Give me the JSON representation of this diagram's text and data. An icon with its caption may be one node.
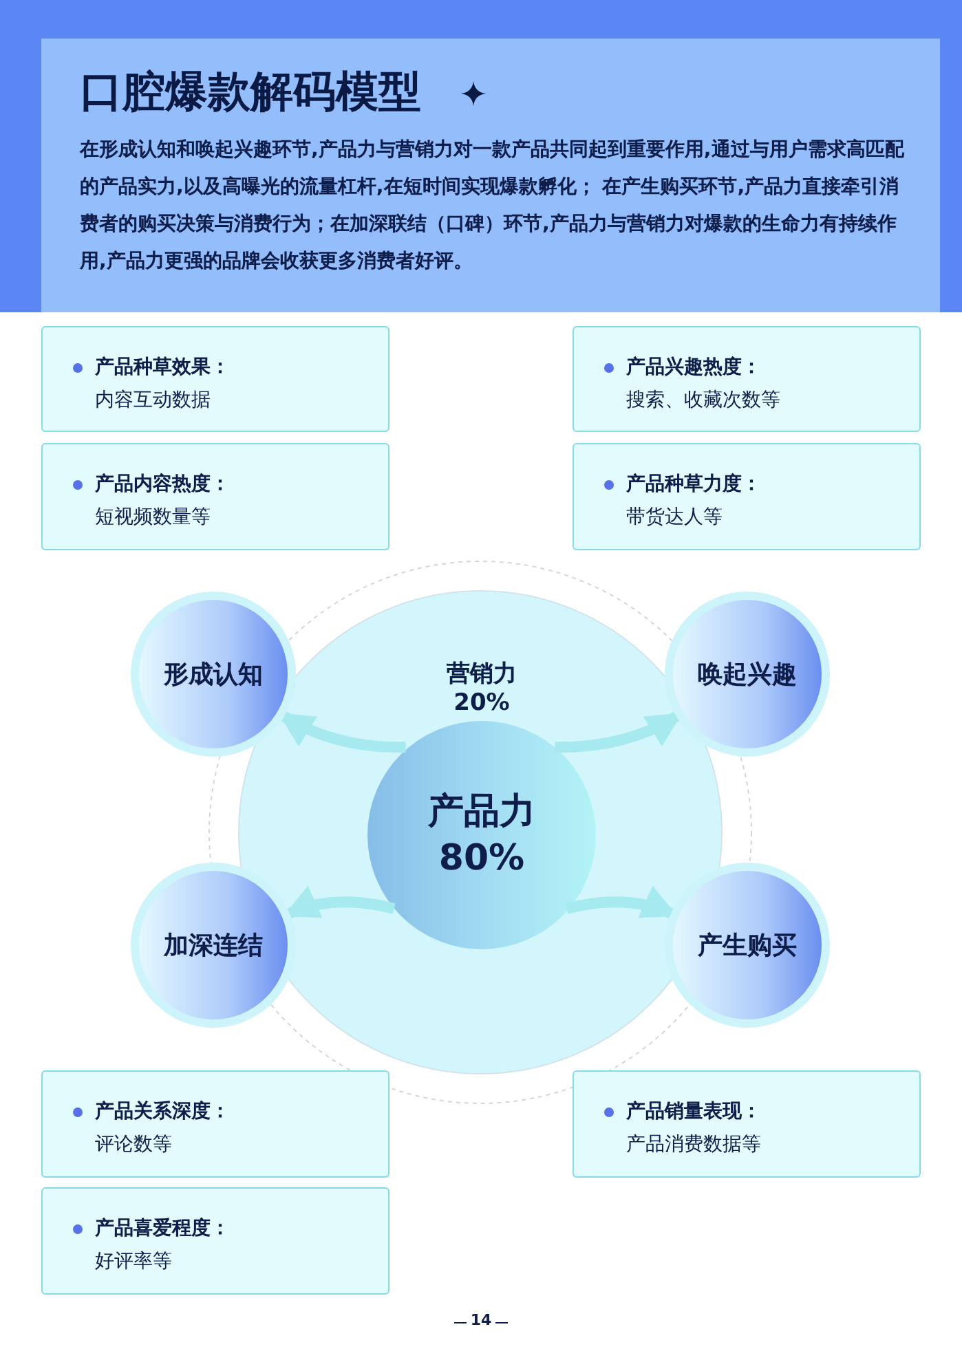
{
  "diagram": {
    "title": "口腔爆款解码模型",
    "nodes": [
      {
        "text": [
          "产品种草效果：",
          "内容互动数据"
        ]
      },
      {
        "text": [
          "产品兴趣热度：",
          "搜索、收藏次数等"
        ]
      },
      {
        "text": [
          "产品内容热度：",
          "短视频数量等"
        ]
      },
      {
        "text": [
          "产品种草力度：",
          "带货达人等"
        ]
      },
      {
        "text": [
          "营销力 20%"
        ]
      },
      {
        "text": [
          "产品力 80%"
        ],
        "in": 4
      },
      {
        "text": [
          "形成认知"
        ]
      },
      {
        "text": [
          "唤起兴趣"
        ]
      },
      {
        "text": [
          "加深连结"
        ]
      },
      {
        "text": [
          "产生购买"
        ]
      },
      {
        "text": [
          "产品关系深度：",
          "评论数等"
        ]
      },
      {
        "text": [
          "产品销量表现：",
          "产品消费数据等"
        ]
      },
      {
        "text": [
          "产品喜爱程度：",
          "好评率等"
        ]
      }
    ],
    "edges": [
      {
        "from": 5,
        "to": 6,
        "arrow": "to"
      },
      {
        "from": 5,
        "to": 7,
        "arrow": "to"
      },
      {
        "from": 5,
        "to": 8,
        "arrow": "to"
      },
      {
        "from": 5,
        "to": 9,
        "arrow": "to"
      }
    ],
    "labels": [
      "在形成认知和唤起兴趣环节,产品力与营销力对一款产品共同起到重要作用,通过与用户需求高匹配的产品实力,以及高曝光的流量杠杆,在短时间实现爆款孵化； 在产生购买环节,产品力直接牵引消费者的购买决策与消费行为；在加深联结（口碑）环节,产品力与营销力对爆款的生命力有持续作用,产品力更强的品牌会收获更多消费者好评。",
      "14"
    ]
  }
}
